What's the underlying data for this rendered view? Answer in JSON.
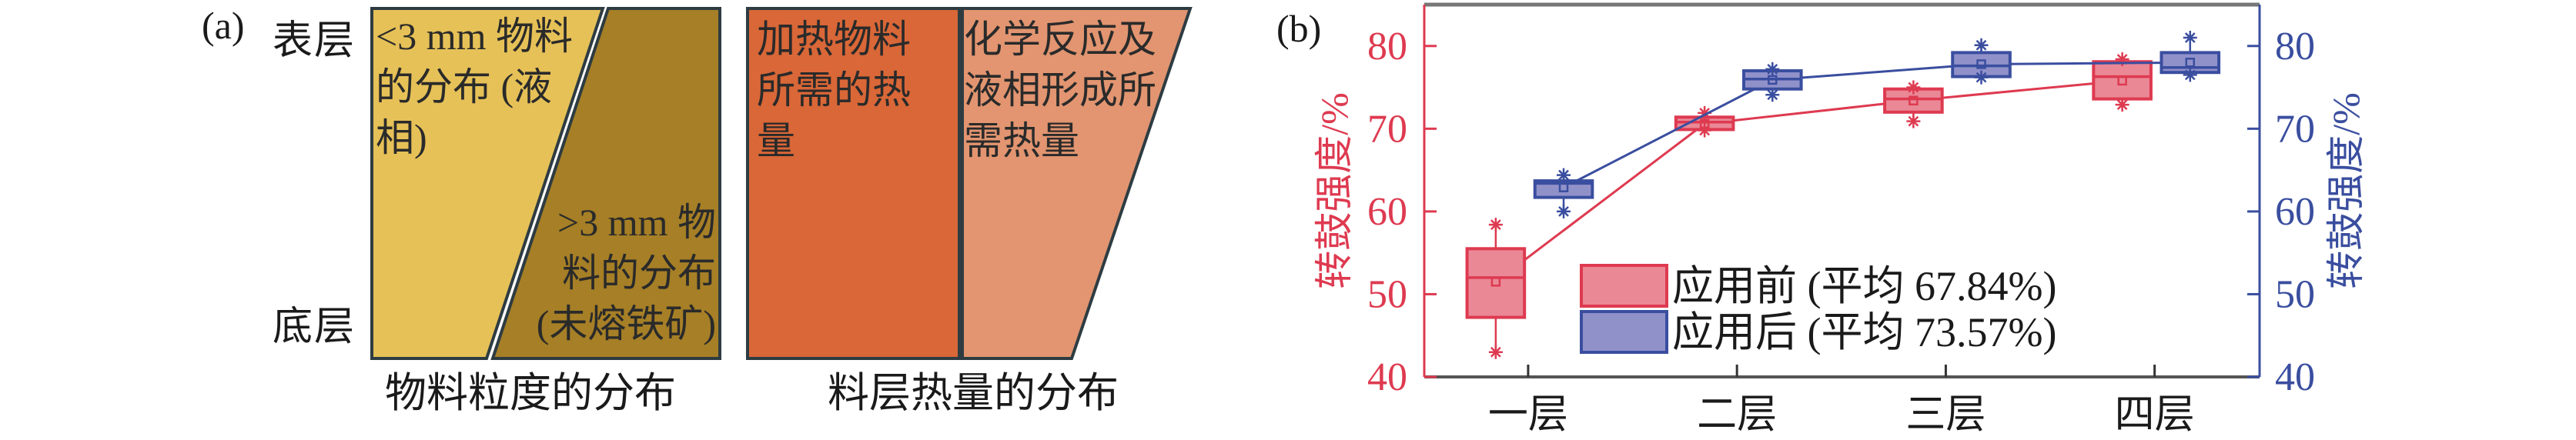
{
  "panel_a": {
    "label": "(a)",
    "top_label": "表层",
    "bottom_label": "底层",
    "fine_text": "<3 mm 物料\n的分布 (液\n相)",
    "coarse_text": ">3 mm 物\n料的分布\n(未熔铁矿)",
    "heat_text": "加热物料\n所需的热\n量",
    "reaction_text": "化学反应及\n液相形成所\n需热量",
    "caption_left": "物料粒度的分布",
    "caption_right": "料层热量的分布",
    "colors": {
      "fine": "#E6C157",
      "coarse": "#A67F26",
      "heat": "#D96737",
      "reaction": "#E29570",
      "border": "#2E3C42"
    }
  },
  "panel_b": {
    "label": "(b)"
  },
  "chart_data": {
    "type": "box",
    "categories": [
      "一层",
      "二层",
      "三层",
      "四层"
    ],
    "ylabel_left": "转鼓强度/%",
    "ylabel_right": "转鼓强度/%",
    "ylim": [
      40,
      85
    ],
    "yticks": [
      40,
      50,
      60,
      70,
      80
    ],
    "ytick_labels": [
      "40",
      "50",
      "60",
      "70",
      "80"
    ],
    "grid": false,
    "legend_position": "center-bottom",
    "series": [
      {
        "name": "应用前 (平均 67.84%)",
        "stroke": "#DE3A50",
        "fill": "#EA8896",
        "boxes": [
          {
            "whisker_low": 43.0,
            "q1": 47.2,
            "median": 52.0,
            "q3": 55.5,
            "whisker_high": 58.4,
            "mean": 51.5
          },
          {
            "whisker_low": 69.8,
            "q1": 69.9,
            "median": 70.8,
            "q3": 71.4,
            "whisker_high": 71.9,
            "mean": 70.6
          },
          {
            "whisker_low": 70.9,
            "q1": 72.0,
            "median": 73.6,
            "q3": 74.8,
            "whisker_high": 75.0,
            "mean": 73.4
          },
          {
            "whisker_low": 72.9,
            "q1": 73.6,
            "median": 76.3,
            "q3": 78.1,
            "whisker_high": 78.4,
            "mean": 75.8
          }
        ]
      },
      {
        "name": "应用后 (平均 73.57%)",
        "stroke": "#3A4E9F",
        "fill": "#9191CA",
        "boxes": [
          {
            "whisker_low": 60.0,
            "q1": 61.7,
            "median": 63.4,
            "q3": 63.7,
            "whisker_high": 64.4,
            "mean": 62.9
          },
          {
            "whisker_low": 74.1,
            "q1": 74.8,
            "median": 76.0,
            "q3": 77.0,
            "whisker_high": 77.2,
            "mean": 75.9
          },
          {
            "whisker_low": 76.2,
            "q1": 76.3,
            "median": 77.6,
            "q3": 79.2,
            "whisker_high": 80.1,
            "mean": 77.8
          },
          {
            "whisker_low": 76.5,
            "q1": 76.8,
            "median": 77.4,
            "q3": 79.2,
            "whisker_high": 81.0,
            "mean": 78.0
          }
        ]
      }
    ]
  }
}
